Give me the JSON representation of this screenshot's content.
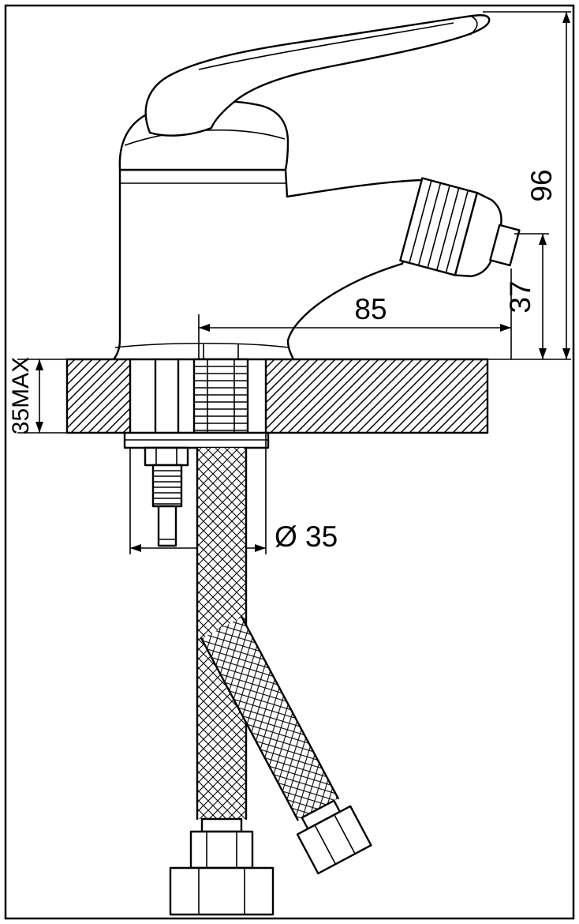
{
  "dimensions": {
    "overall_height": "96",
    "outlet_height": "37",
    "spout_reach": "85",
    "max_deck_thickness": "35MAX",
    "hole_diameter": "Ø 35"
  },
  "colors": {
    "line": "#000000",
    "background": "#ffffff"
  }
}
